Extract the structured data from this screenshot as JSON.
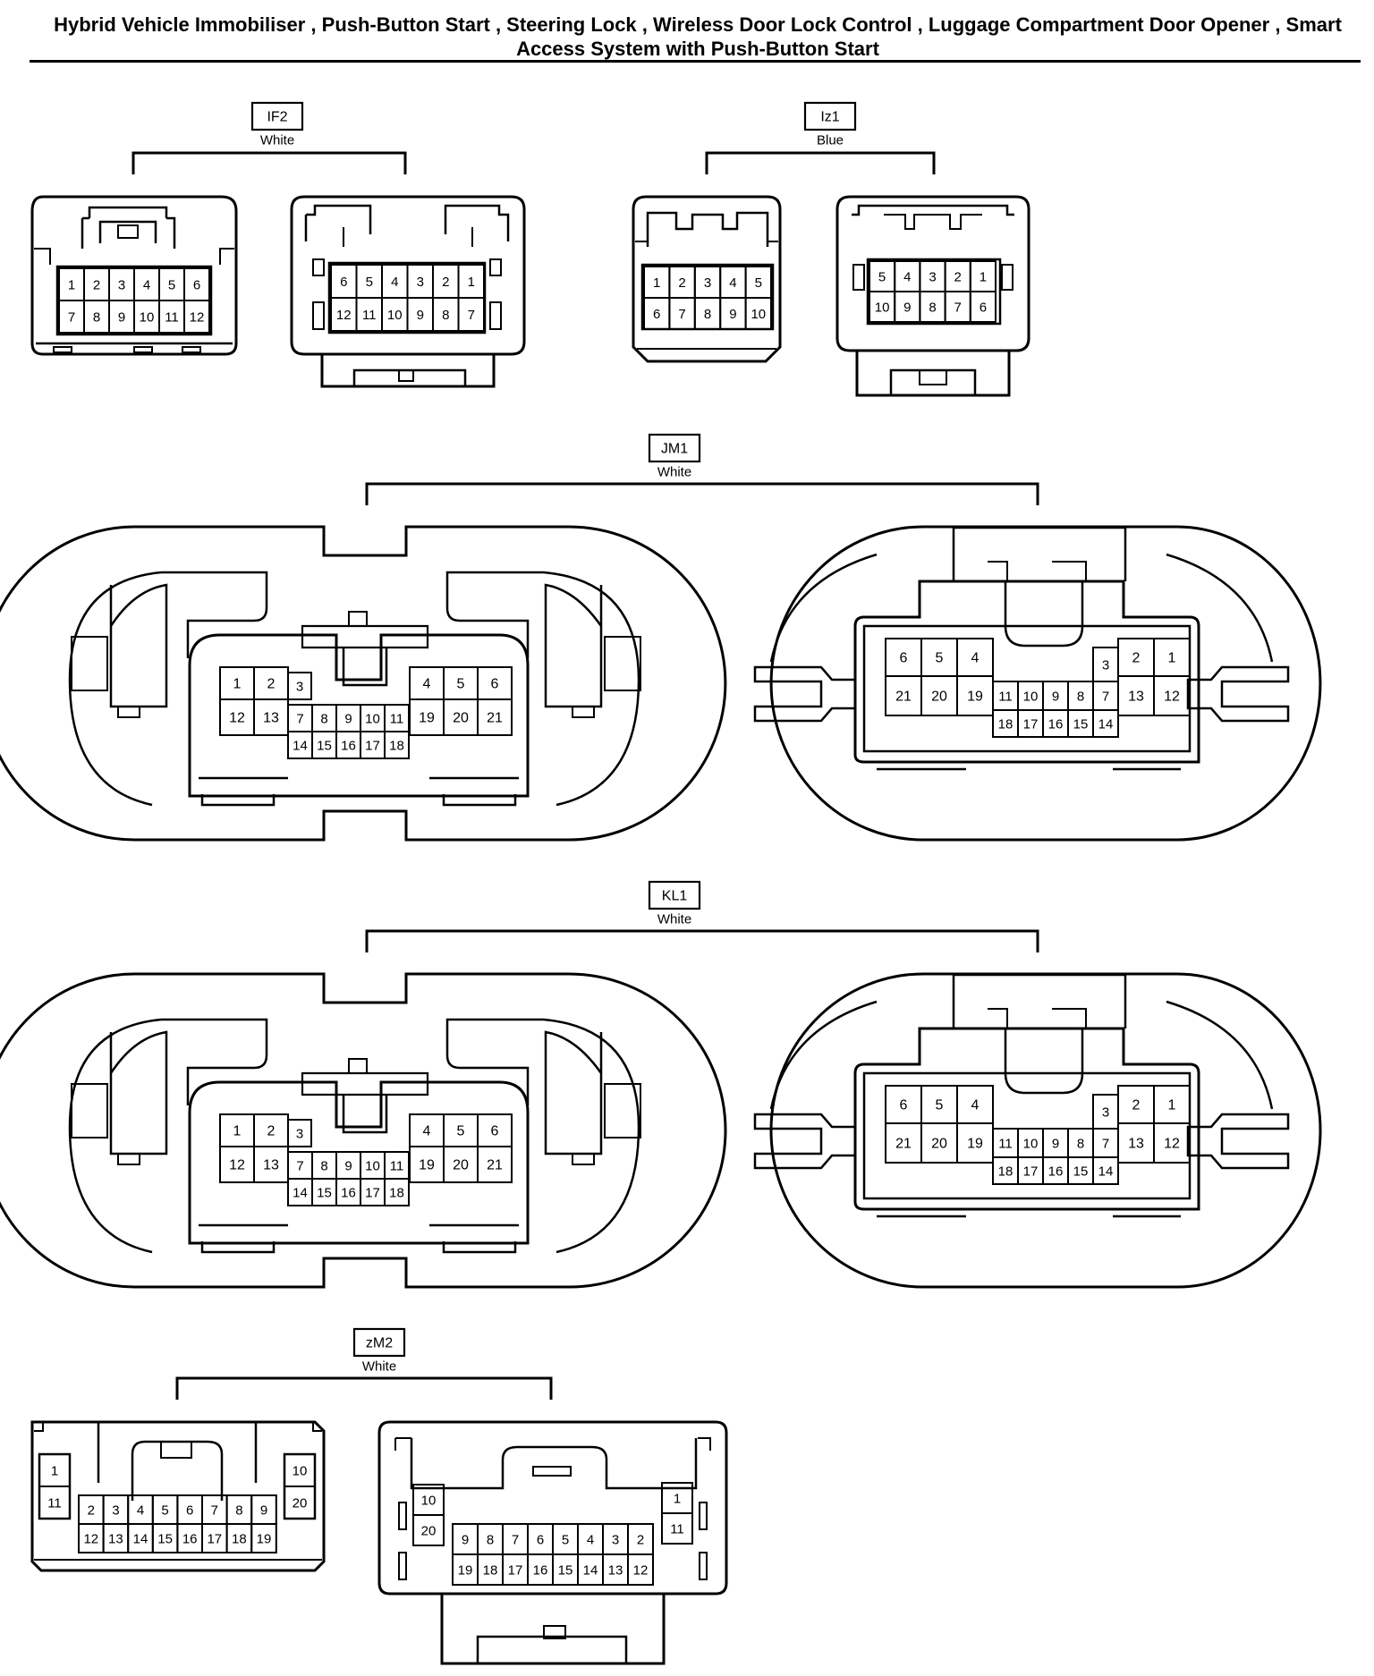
{
  "header": {
    "title": "Hybrid Vehicle Immobiliser , Push-Button Start , Steering Lock , Wireless Door Lock Control , Luggage Compartment Door Opener , Smart Access System with Push-Button Start"
  },
  "connectors": [
    {
      "id": "IF2",
      "color": "White"
    },
    {
      "id": "Iz1",
      "color": "Blue"
    },
    {
      "id": "JM1",
      "color": "White"
    },
    {
      "id": "KL1",
      "color": "White"
    },
    {
      "id": "zM2",
      "color": "White"
    }
  ]
}
